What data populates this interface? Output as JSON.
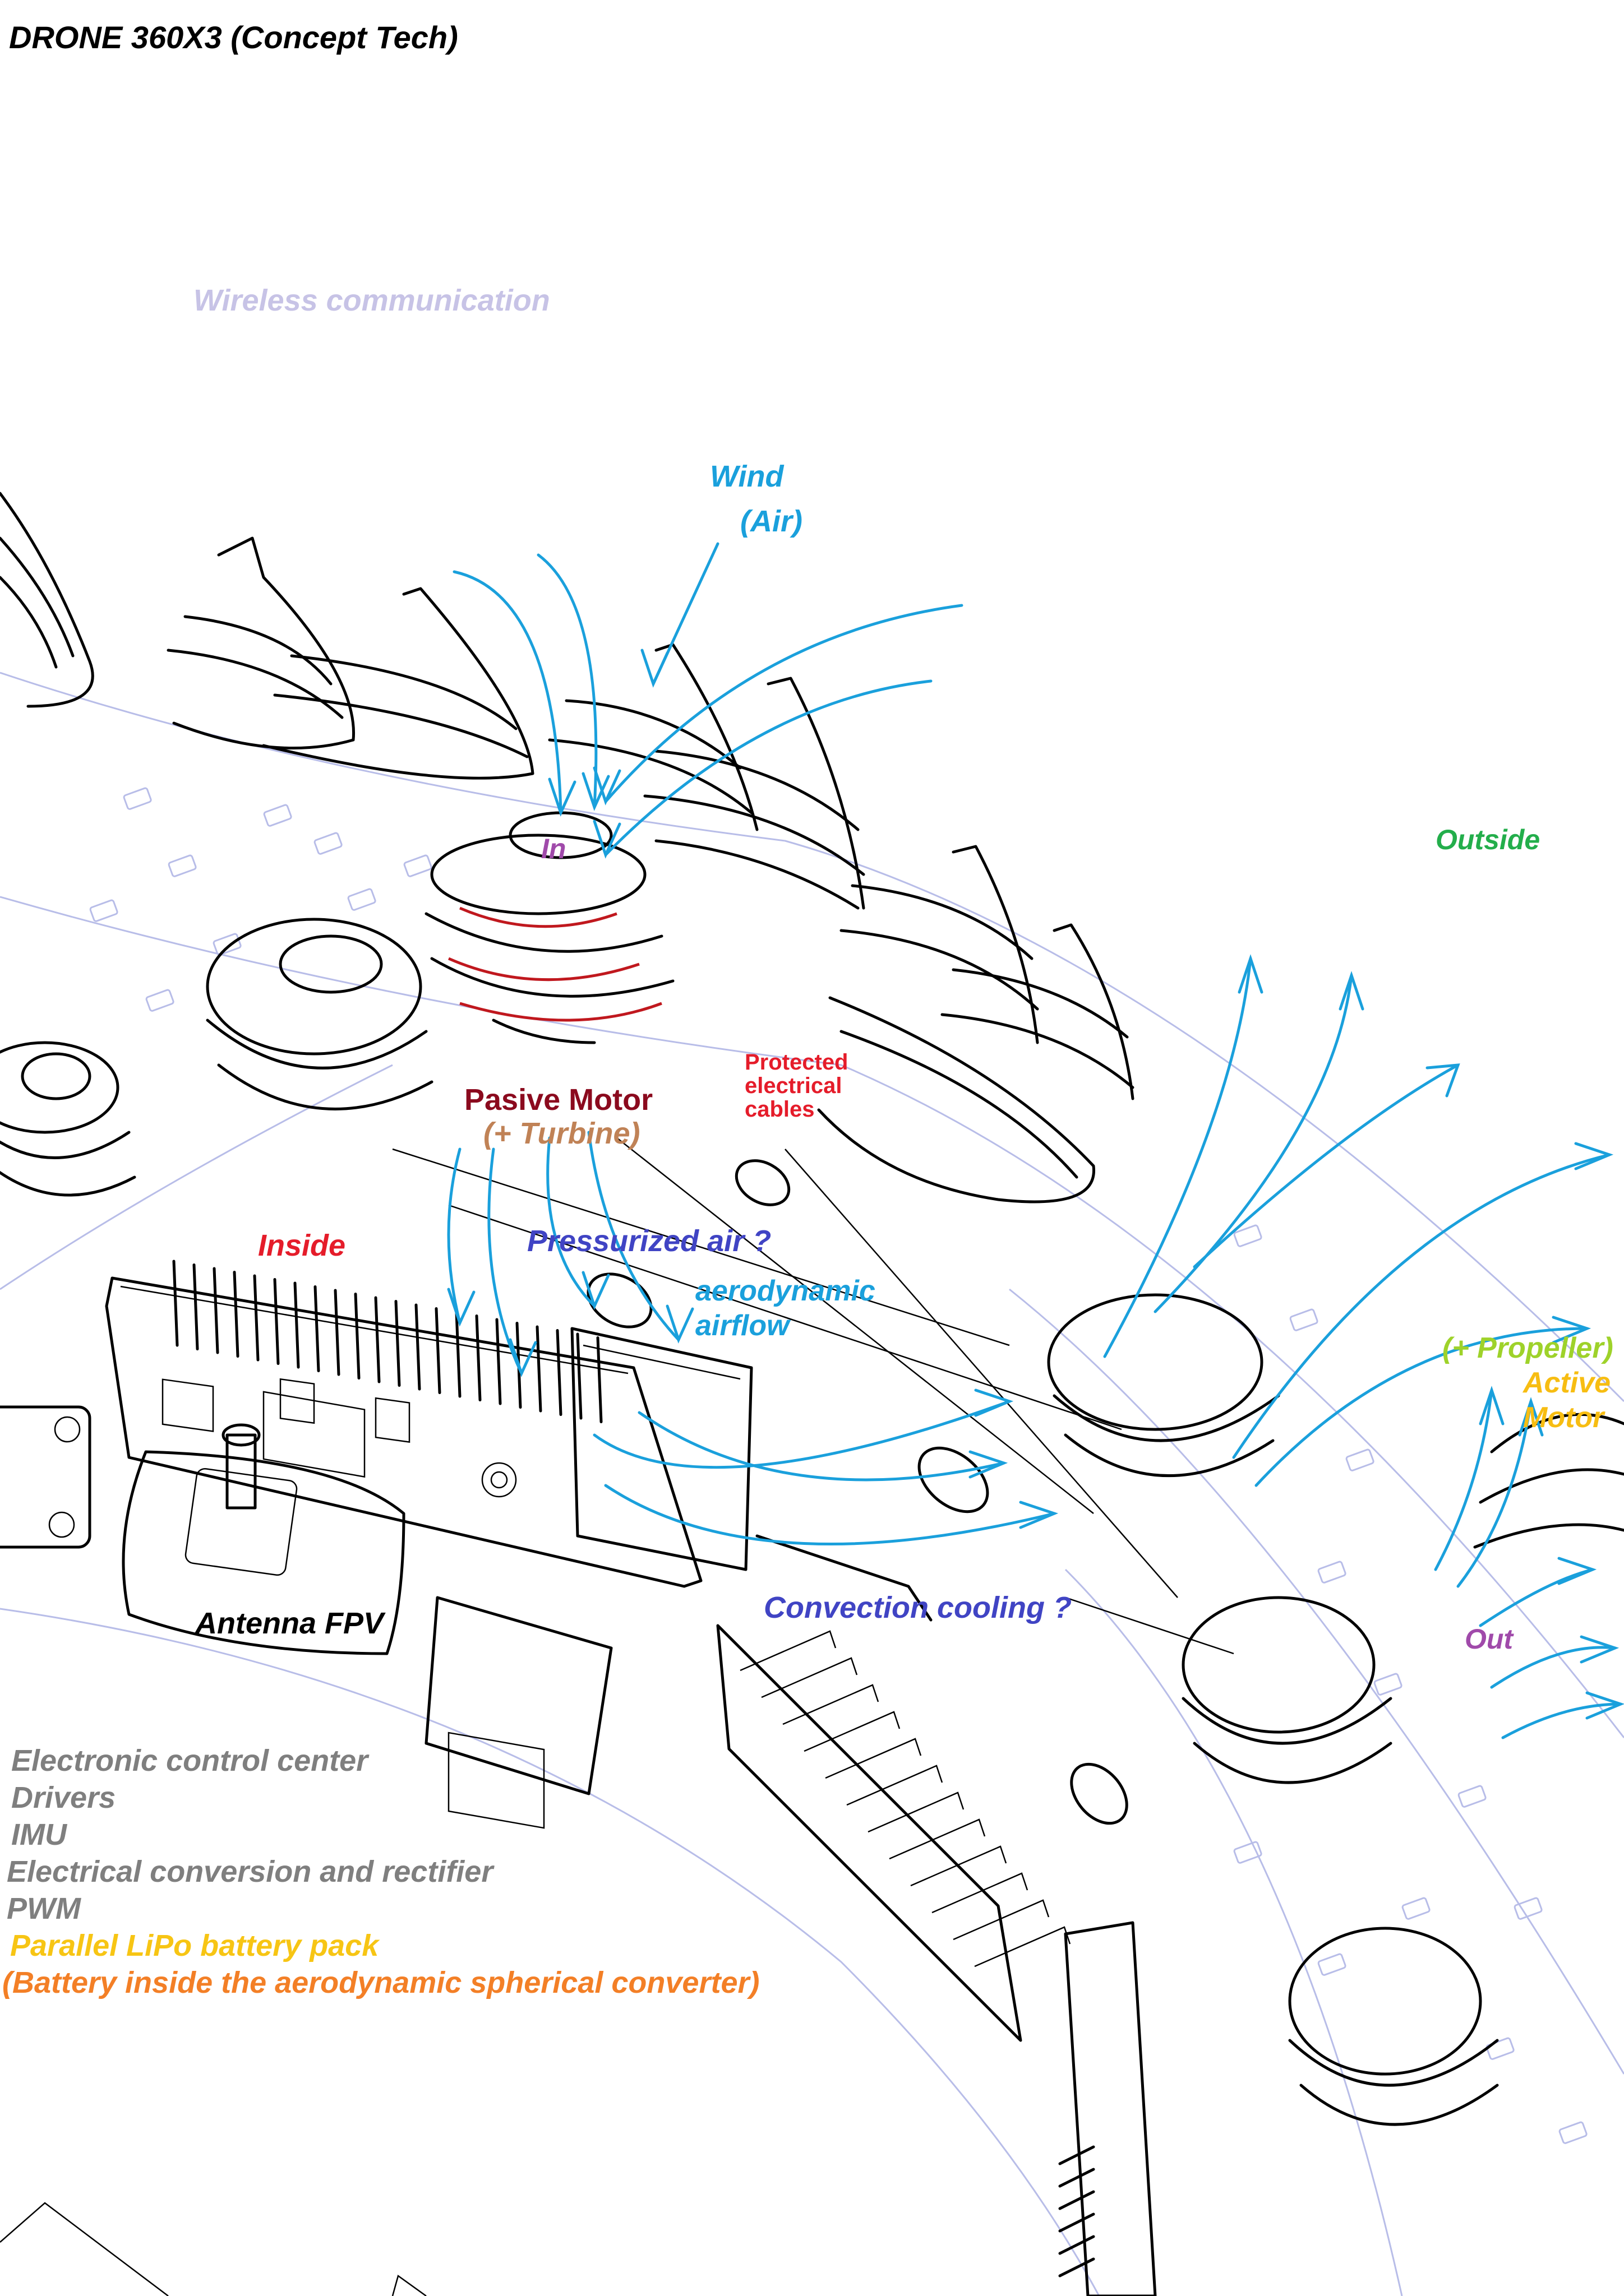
{
  "title": "DRONE 360X3 (Concept Tech)",
  "labels": {
    "wireless": "Wireless communication",
    "wind": "Wind",
    "air": "(Air)",
    "in": "In",
    "outside": "Outside",
    "pasive_motor": "Pasive Motor",
    "turbine": "(+ Turbine)",
    "protected_cables": [
      "Protected",
      "electrical",
      "cables"
    ],
    "inside": "Inside",
    "pressurized_air": "Pressurized air ?",
    "aerodynamic_airflow": [
      "aerodynamic",
      "airflow"
    ],
    "propeller": "(+ Propeller)",
    "active_motor": [
      "Active",
      "Motor"
    ],
    "antenna": "Antenna FPV",
    "convection": "Convection cooling ?",
    "out": "Out"
  },
  "legend": {
    "items": [
      "Electronic control center",
      "Drivers",
      "IMU",
      "Electrical conversion and rectifier",
      "PWM"
    ],
    "battery": "Parallel LiPo battery pack",
    "battery_note": "(Battery inside the aerodynamic spherical converter)"
  },
  "colors": {
    "title": "#000000",
    "wireless": "#c7c3e6",
    "airflow": "#1aa0dc",
    "in_out": "#a04aaa",
    "outside": "#23ae4b",
    "pasive_motor": "#8b0a1e",
    "turbine": "#c08256",
    "protected_cables": "#e51c2a",
    "inside": "#e51c2a",
    "pressurized": "#4044c4",
    "propeller": "#9ed22a",
    "active_motor": "#f7bd12",
    "legend_gray": "#7f7f7f",
    "battery": "#f7c514",
    "battery_note": "#f37f26"
  }
}
